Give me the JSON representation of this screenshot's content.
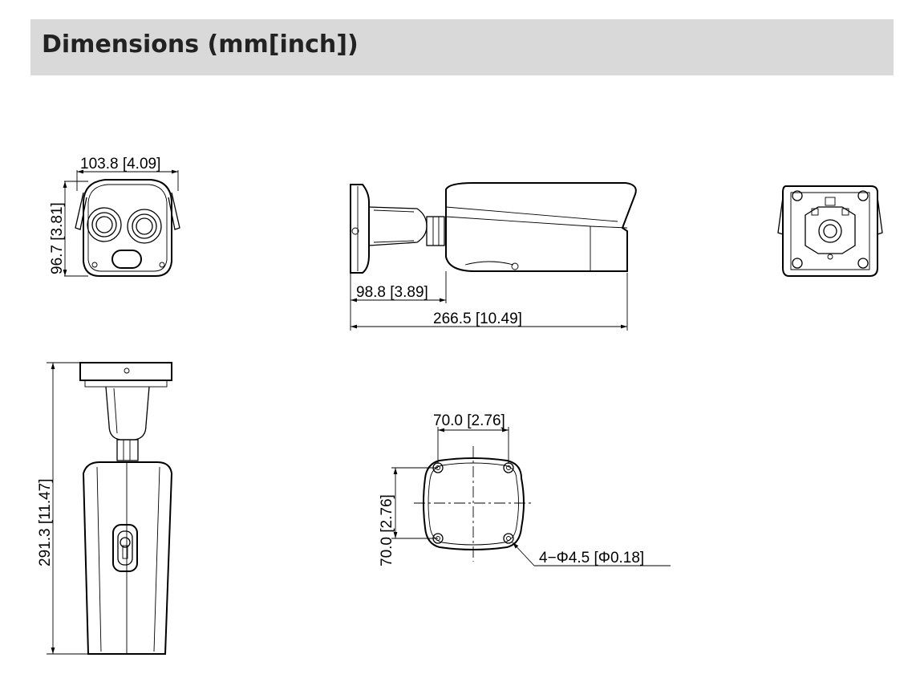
{
  "header": {
    "title": "Dimensions (mm[inch])"
  },
  "front_view": {
    "width_label": "103.8 [4.09]",
    "height_label": "96.7 [3.81]"
  },
  "side_view": {
    "mount_depth_label": "98.8 [3.89]",
    "total_length_label": "266.5 [10.49]"
  },
  "top_view": {
    "length_label": "291.3 [11.47]"
  },
  "mount_base": {
    "hole_spacing_x_label": "70.0 [2.76]",
    "hole_spacing_y_label": "70.0 [2.76]",
    "hole_spec_label": "4−Φ4.5 [Φ0.18]"
  },
  "colors": {
    "title_band": "#d9d9d9",
    "title_text": "#222222",
    "line": "#000000"
  }
}
